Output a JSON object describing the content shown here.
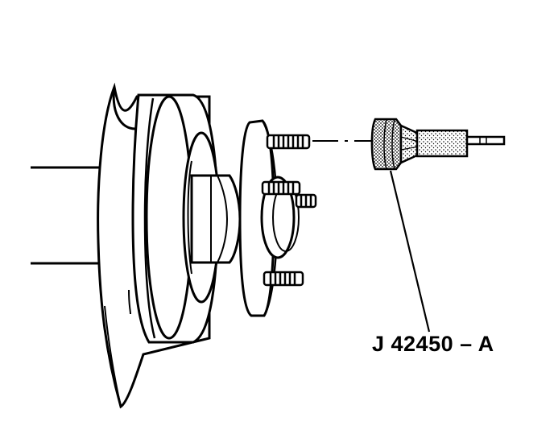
{
  "diagram": {
    "tool_label": "J 42450 – A",
    "parts": [
      "hub-flange",
      "wheel-studs",
      "brake-rotor",
      "axle-shaft",
      "stud-installer-tool"
    ],
    "colors": {
      "line": "#000000",
      "background": "#ffffff",
      "tool_shading": "#9a9a9a"
    }
  }
}
